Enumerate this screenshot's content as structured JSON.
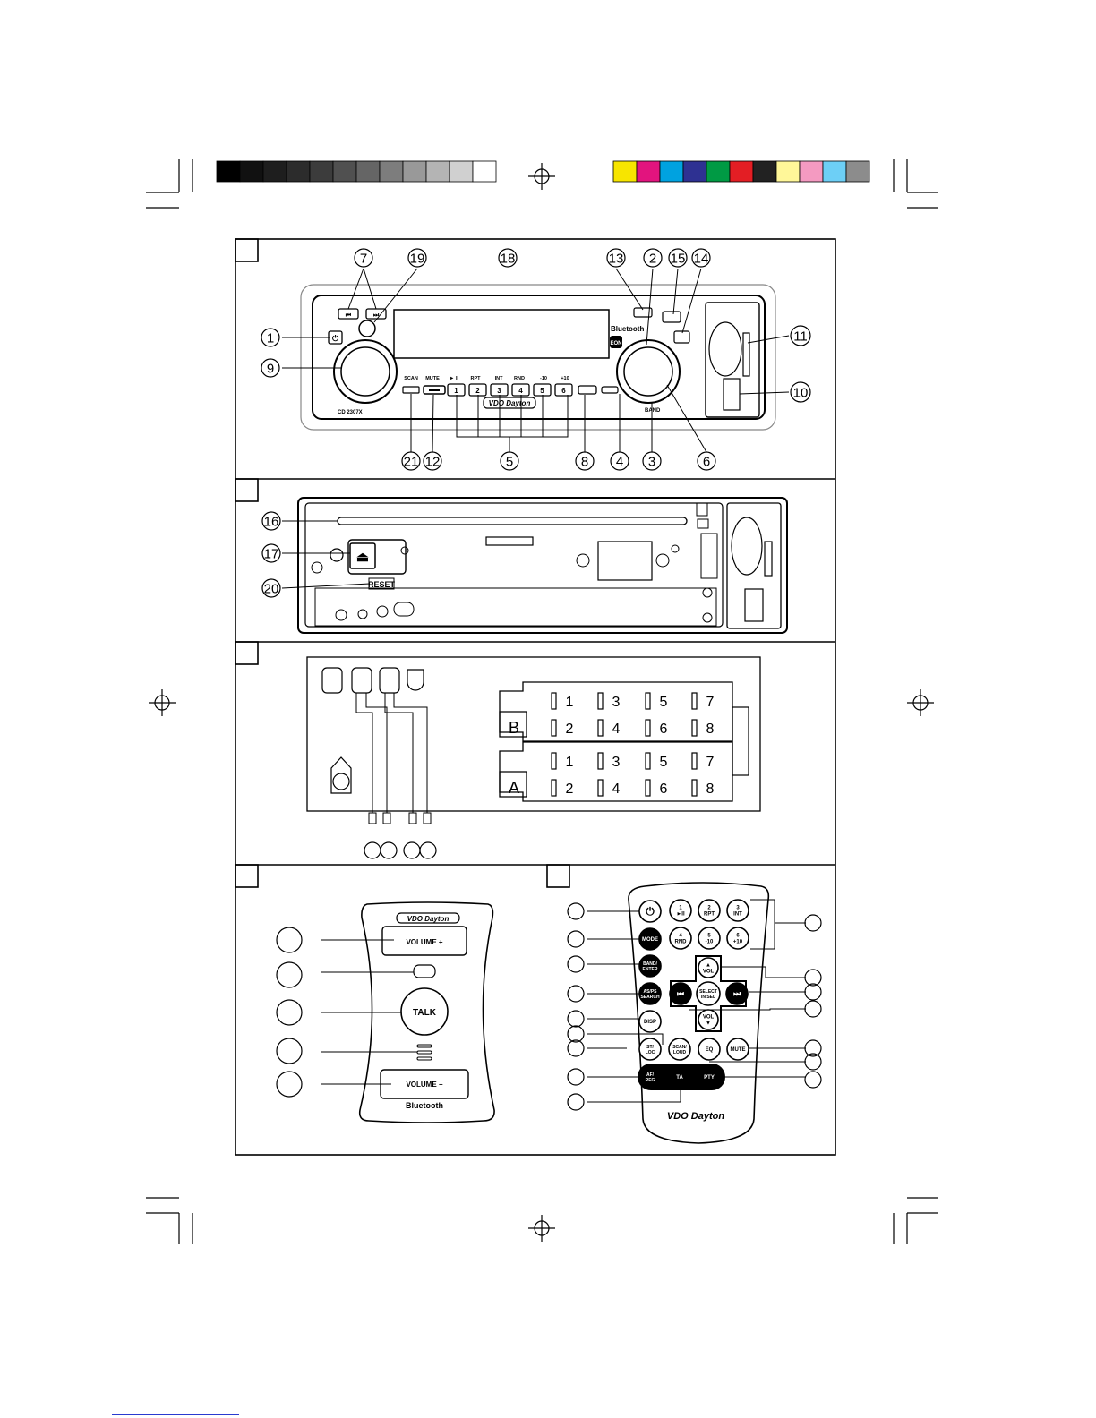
{
  "color_bars": {
    "gray_steps": [
      "#000000",
      "#111111",
      "#1e1e1e",
      "#2c2c2c",
      "#3c3c3c",
      "#505050",
      "#656565",
      "#7d7d7d",
      "#999999",
      "#b4b4b4",
      "#d0d0d0",
      "#ffffff"
    ],
    "colors": [
      "#f7e500",
      "#e2147e",
      "#00a2e0",
      "#2e3192",
      "#009a44",
      "#e31e24",
      "#222222",
      "#fff799",
      "#f49ac1",
      "#6dcff6",
      "#8c8c8c"
    ]
  },
  "panel1": {
    "callouts_top": [
      "7",
      "19",
      "18",
      "13",
      "2",
      "15",
      "14"
    ],
    "callouts_left": [
      "1",
      "9"
    ],
    "callouts_right": [
      "11",
      "10"
    ],
    "callouts_bottom": [
      "21",
      "12",
      "5",
      "8",
      "4",
      "3",
      "6"
    ],
    "brand": "VDO Dayton",
    "model": "CD 2307X",
    "bluetooth_label": "Bluetooth",
    "bottom_labels": [
      "SCAN",
      "MUTE",
      "► II",
      "RPT",
      "INT",
      "RND",
      "-10",
      "+10"
    ],
    "preset_buttons": [
      "1",
      "2",
      "3",
      "4",
      "5",
      "6"
    ],
    "band_label": "BAND"
  },
  "panel2": {
    "callouts": [
      "16",
      "17",
      "20"
    ],
    "reset_label": "RESET"
  },
  "panel3": {
    "connector_b": {
      "letter": "B",
      "pins_top": [
        "1",
        "3",
        "5",
        "7"
      ],
      "pins_bottom": [
        "2",
        "4",
        "6",
        "8"
      ]
    },
    "connector_a": {
      "letter": "A",
      "pins_top": [
        "1",
        "3",
        "5",
        "7"
      ],
      "pins_bottom": [
        "2",
        "4",
        "6",
        "8"
      ]
    }
  },
  "panel4": {
    "brand": "VDO Dayton",
    "volume_plus": "VOLUME +",
    "talk": "TALK",
    "volume_minus": "VOLUME −",
    "bluetooth": "Bluetooth"
  },
  "panel5": {
    "brand": "VDO Dayton",
    "number_keys": [
      {
        "num": "1",
        "sub": "►II"
      },
      {
        "num": "2",
        "sub": "RPT"
      },
      {
        "num": "3",
        "sub": "INT"
      },
      {
        "num": "4",
        "sub": "RND"
      },
      {
        "num": "5",
        "sub": "-10"
      },
      {
        "num": "6",
        "sub": "+10"
      }
    ],
    "mode": "MODE",
    "band_enter": [
      "BAND/",
      "ENTER"
    ],
    "as_ps_search": [
      "AS/PS",
      "SEARCH"
    ],
    "disp": "DISP",
    "st_loc": [
      "ST/",
      "LOC"
    ],
    "scan_loud": [
      "SCAN/",
      "LOUD"
    ],
    "eq": "EQ",
    "mute": "MUTE",
    "af_reg": [
      "AF/",
      "REG"
    ],
    "ta": "TA",
    "pty": "PTY",
    "vol": "VOL",
    "select": [
      "SELECT",
      "IN/SEL"
    ]
  }
}
